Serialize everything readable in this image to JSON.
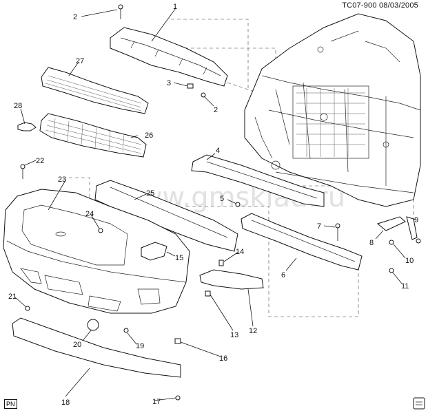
{
  "header": {
    "code": "TC07-900",
    "date": "08/03/2005"
  },
  "watermark": "www.gmsklad.ru",
  "corner_tag": "PN",
  "callouts": [
    "1",
    "2",
    "3",
    "2",
    "4",
    "5",
    "6",
    "7",
    "8",
    "9",
    "10",
    "11",
    "12",
    "13",
    "14",
    "15",
    "16",
    "17",
    "18",
    "19",
    "20",
    "21",
    "22",
    "23",
    "24",
    "25",
    "26",
    "27",
    "28"
  ]
}
